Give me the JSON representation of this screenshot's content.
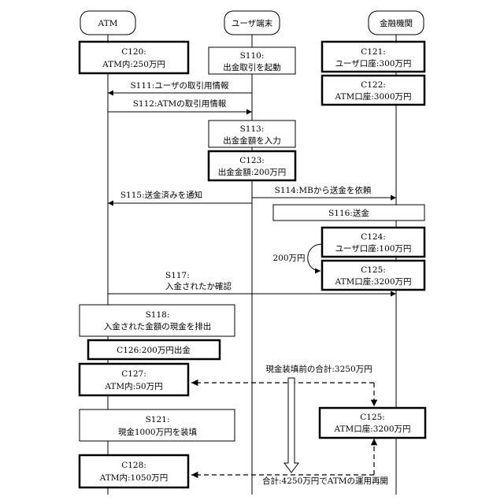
{
  "actors": {
    "atm": "ATM",
    "user_terminal": "ユーザ端末",
    "bank": "金融機関"
  },
  "boxes": {
    "c120": {
      "line1": "C120:",
      "line2": "ATM内:250万円"
    },
    "s110": {
      "line1": "S110:",
      "line2": "出金取引を起動"
    },
    "c121": {
      "line1": "C121:",
      "line2": "ユーザ口座:300万円"
    },
    "c122": {
      "line1": "C122:",
      "line2": "ATM口座:3000万円"
    },
    "s113": {
      "line1": "S113:",
      "line2": "出金金額を入力"
    },
    "c123": {
      "line1": "C123:",
      "line2": "出金金額:200万円"
    },
    "s116": {
      "line1": "S116:送金"
    },
    "c124": {
      "line1": "C124:",
      "line2": "ユーザ口座:100万円"
    },
    "c125a": {
      "line1": "C125:",
      "line2": "ATM口座:3200万円"
    },
    "s118": {
      "line1": "S118:",
      "line2": "入金された金額の現金を排出"
    },
    "c126": {
      "line1": "C126:200万円出金"
    },
    "c127": {
      "line1": "C127:",
      "line2": "ATM内:50万円"
    },
    "s121": {
      "line1": "S121:",
      "line2": "現金1000万円を装填"
    },
    "c125b": {
      "line1": "C125:",
      "line2": "ATM口座:3200万円"
    },
    "c128": {
      "line1": "C128:",
      "line2": "ATM内:1050万円"
    }
  },
  "messages": {
    "s111": "S111:ユーザの取引用情報",
    "s112": "S112:ATMの取引用情報",
    "s114": "S114:MBから送金を依頼",
    "s115": "S115:送金済みを通知",
    "s117_line1": "S117:",
    "s117_line2": "入金されたか確認",
    "transfer_amount": "200万円",
    "total_before": "現金装填前の合計:3250万円",
    "total_after": "合計:4250万円でATMの運用再開"
  }
}
